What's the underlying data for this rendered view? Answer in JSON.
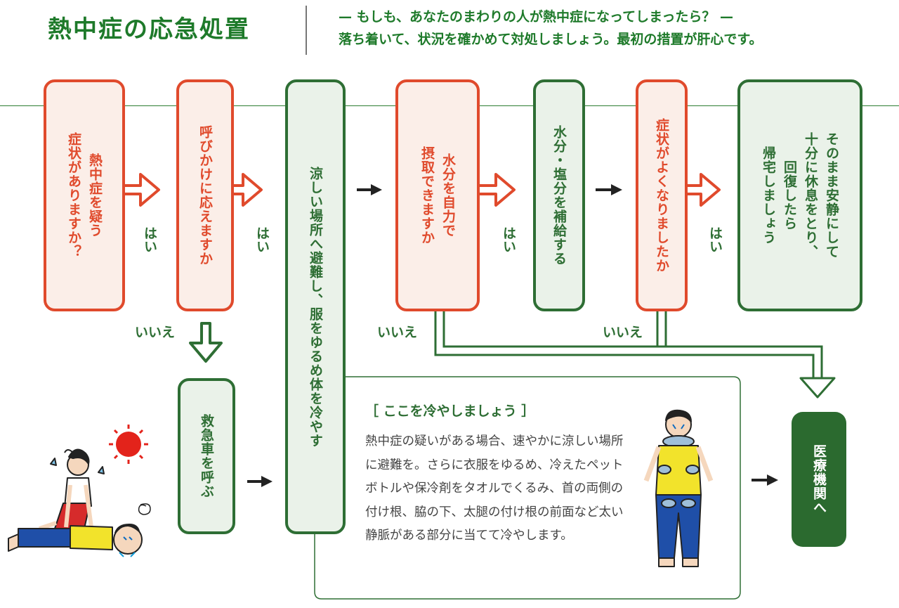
{
  "title": "熱中症の応急処置",
  "subtitle_line1": "— もしも、あなたのまわりの人が熱中症になってしまったら？ —",
  "subtitle_line2": "落ち着いて、状況を確かめて対処しましょう。最初の措置が肝心です。",
  "steps": {
    "symptoms": [
      "熱中症を疑う",
      "症状がありますか？"
    ],
    "responds": [
      "呼びかけに応えますか"
    ],
    "cool_place": [
      "涼しい場所へ避難し、服をゆるめ体を冷やす"
    ],
    "drink": [
      "水分を自力で",
      "摂取できますか"
    ],
    "hydrate": [
      "水分・塩分を補給する"
    ],
    "improved": [
      "症状がよくなりましたか"
    ],
    "rest": [
      "そのまま安静にして",
      "十分に休息をとり、",
      "回復したら",
      "帰宅しましょう"
    ],
    "ambulance": [
      "救急車を呼ぶ"
    ],
    "medical": [
      "医療機関へ"
    ]
  },
  "labels": {
    "yes": "はい",
    "no": "いいえ"
  },
  "cooling": {
    "heading": "［ ここを冷やしましょう ］",
    "body": "熱中症の疑いがある場合、速やかに涼しい場所に避難を。さらに衣服をゆるめ、冷えたペットボトルや保冷剤をタオルでくるみ、首の両側の付け根、脇の下、太腿の付け根の前面など太い静脈がある部分に当てて冷やします。"
  },
  "colors": {
    "accent_red": "#e04a2c",
    "accent_green": "#2e6e34",
    "title_green": "#1e7a2a"
  }
}
